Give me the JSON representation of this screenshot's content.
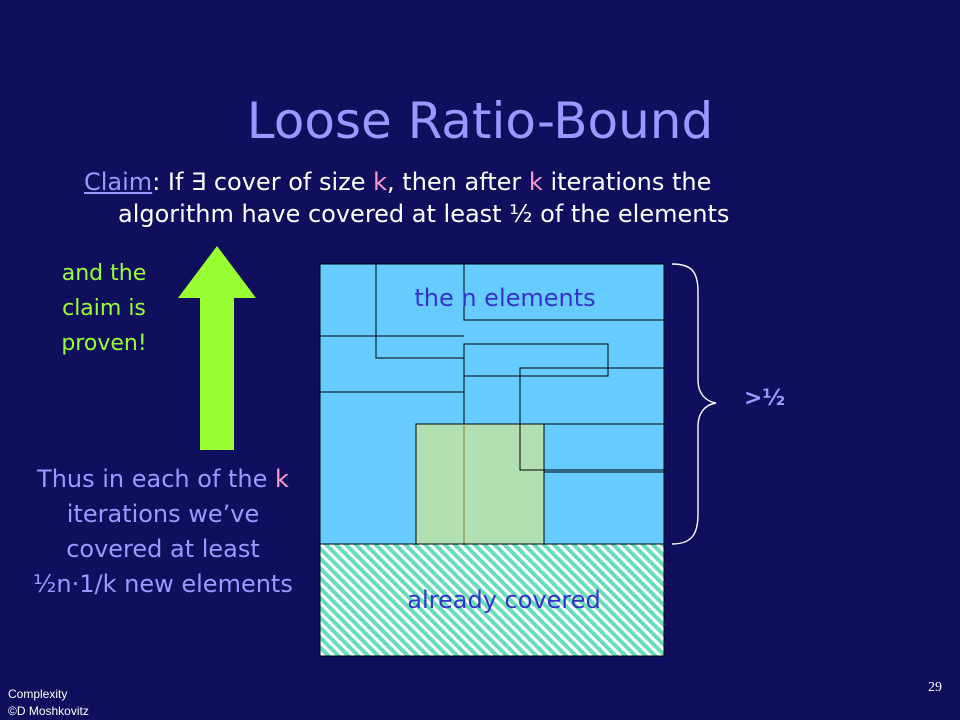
{
  "slide": {
    "title": "Loose Ratio-Bound",
    "claim": {
      "label": "Claim",
      "line1_a": ": If ∃ cover of size ",
      "k1": "k",
      "line1_b": ", then after ",
      "k2": "k",
      "line1_c": " iterations the",
      "line2": "algorithm have covered at least ½ of the elements"
    },
    "green_note": "and the claim is proven!",
    "thus": {
      "part1": "Thus in each of the ",
      "k": "k",
      "part2": " iterations we’ve covered at least ½n·1/k new elements"
    },
    "diagram": {
      "elements_label": "the n elements",
      "covered_label": "already covered",
      "half_label": ">½"
    },
    "footer": {
      "line1": "Complexity",
      "line2": "©D Moshkovitz"
    },
    "page_number": "29"
  },
  "colors": {
    "background": "#0f0f5e",
    "elements_fill": "#66ccff",
    "covered_hatch": "#66ddbb",
    "new_set_fill": "#b3e0b3",
    "arrow": "#99ff33",
    "text_accent": "#9999ff",
    "k_color": "#ff99cc"
  },
  "icons": {
    "arrow": "up-arrow-icon",
    "brace": "right-curly-brace-icon"
  }
}
